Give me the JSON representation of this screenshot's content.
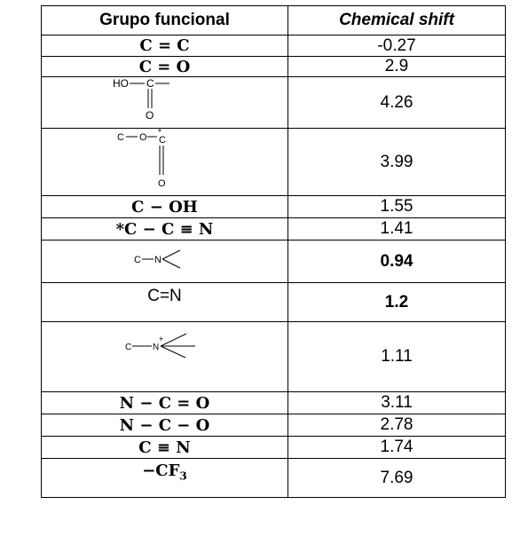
{
  "table": {
    "headers": {
      "group": "Grupo funcional",
      "shift": "Chemical shift"
    },
    "rows": [
      {
        "group": "C = C",
        "shift": "-0.27"
      },
      {
        "group": "C = O",
        "shift": "2.9"
      },
      {
        "group": {
          "struct": "carboxylic acid",
          "labels": [
            "HO",
            "C",
            "O"
          ]
        },
        "shift": "4.26"
      },
      {
        "group": {
          "struct": "ester",
          "labels": [
            "C",
            "O",
            "*",
            "C",
            "O"
          ]
        },
        "shift": "3.99"
      },
      {
        "group": "C − OH",
        "shift": "1.55"
      },
      {
        "group": "*C − C ≡ N",
        "shift": "1.41"
      },
      {
        "group": {
          "struct": "amine",
          "labels": [
            "C",
            "N"
          ]
        },
        "shift": "0.94",
        "bold": true
      },
      {
        "group": "C=N",
        "shift": "1.2",
        "bold": true
      },
      {
        "group": {
          "struct": "ammonium",
          "labels": [
            "C",
            "N",
            "+"
          ]
        },
        "shift": "1.11"
      },
      {
        "group": "N − C = O",
        "shift": "3.11"
      },
      {
        "group": "N − C − O",
        "shift": "2.78"
      },
      {
        "group": "C ≡ N",
        "shift": "1.74"
      },
      {
        "group": {
          "prefix": "−CF",
          "sub": "3"
        },
        "shift": "7.69"
      }
    ]
  }
}
